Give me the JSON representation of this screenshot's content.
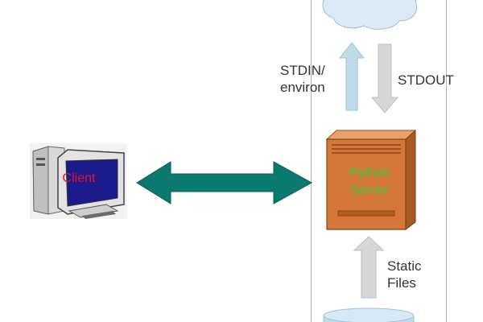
{
  "client": {
    "label": "Client"
  },
  "server": {
    "line1": "Python",
    "line2": "Server"
  },
  "arrows": {
    "stdin_line1": "STDIN/",
    "stdin_line2": "environ",
    "stdout": "STDOUT",
    "static_line1": "Static",
    "static_line2": "Files"
  },
  "colors": {
    "link_arrow": "#0b7a6e",
    "up_arrow": "#bfdbe9",
    "gray_arrow": "#d7d7d7",
    "server_body": "#d5773a",
    "client_screen": "#1a1a8c",
    "cloud": "#dceaf5"
  }
}
